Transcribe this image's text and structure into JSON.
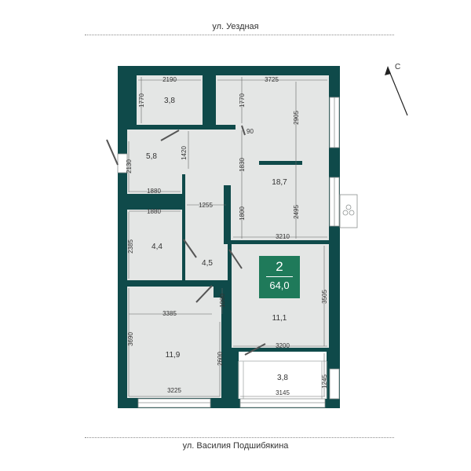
{
  "streets": {
    "top": "ул. Уездная",
    "bottom": "ул. Василия Подшибякина"
  },
  "compass": {
    "label": "С"
  },
  "badge": {
    "rooms": "2",
    "total_area": "64,0"
  },
  "rooms": {
    "wc": "3,8",
    "hall": "5,8",
    "living": "18,7",
    "bath": "4,4",
    "corridor": "4,5",
    "kitchen": "11,1",
    "bedroom": "11,9",
    "balcony": "3,8"
  },
  "dimensions": {
    "d2190": "2190",
    "d3725": "3725",
    "d1770a": "1770",
    "d1770b": "1770",
    "d2905": "2905",
    "d90": "90",
    "d1420": "1420",
    "d1830": "1830",
    "d2130": "2130",
    "d1880a": "1880",
    "d1255": "1255",
    "d1800": "1800",
    "d2495": "2495",
    "d1880b": "1880",
    "d3210": "3210",
    "d2385": "2385",
    "d3505": "3505",
    "d1090": "1090",
    "d3385": "3385",
    "d3200": "3200",
    "d3690": "3690",
    "d2600": "2600",
    "d1245": "1245",
    "d3225": "3225",
    "d3145": "3145"
  },
  "colors": {
    "wall": "#0f4a4a",
    "floor": "#e4e6e5",
    "badge": "#1f7a5a"
  }
}
